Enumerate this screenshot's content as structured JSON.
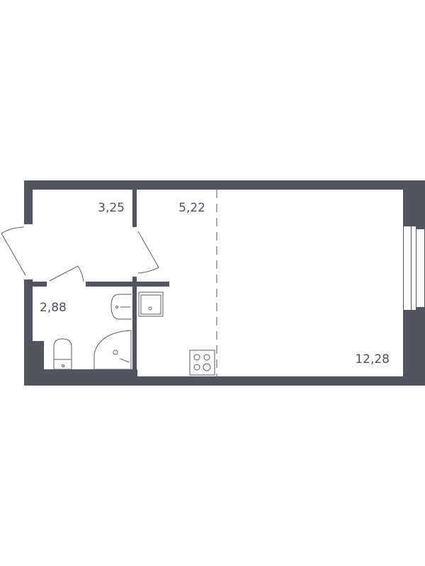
{
  "plan": {
    "wall_color": "#52555f",
    "rooms": [
      {
        "name": "hallway",
        "area": "3,25"
      },
      {
        "name": "kitchen",
        "area": "5,22"
      },
      {
        "name": "bathroom",
        "area": "2,88"
      },
      {
        "name": "living-room",
        "area": "12,28"
      }
    ]
  }
}
